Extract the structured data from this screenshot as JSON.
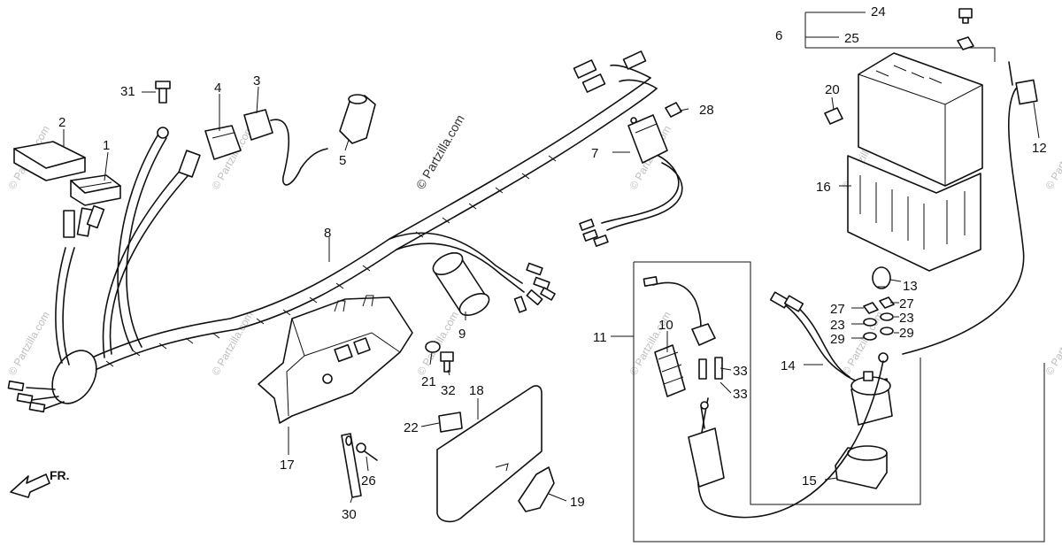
{
  "watermark": "© Partzilla.com",
  "front_marker": "FR.",
  "parts": [
    {
      "id": "p1",
      "num": "1"
    },
    {
      "id": "p2",
      "num": "2"
    },
    {
      "id": "p3",
      "num": "3"
    },
    {
      "id": "p4",
      "num": "4"
    },
    {
      "id": "p5",
      "num": "5"
    },
    {
      "id": "p6",
      "num": "6"
    },
    {
      "id": "p7",
      "num": "7"
    },
    {
      "id": "p8",
      "num": "8"
    },
    {
      "id": "p9",
      "num": "9"
    },
    {
      "id": "p10",
      "num": "10"
    },
    {
      "id": "p11",
      "num": "11"
    },
    {
      "id": "p12",
      "num": "12"
    },
    {
      "id": "p13",
      "num": "13"
    },
    {
      "id": "p14",
      "num": "14"
    },
    {
      "id": "p15",
      "num": "15"
    },
    {
      "id": "p16",
      "num": "16"
    },
    {
      "id": "p17",
      "num": "17"
    },
    {
      "id": "p18",
      "num": "18"
    },
    {
      "id": "p19",
      "num": "19"
    },
    {
      "id": "p20",
      "num": "20"
    },
    {
      "id": "p21",
      "num": "21"
    },
    {
      "id": "p22",
      "num": "22"
    },
    {
      "id": "p23a",
      "num": "23"
    },
    {
      "id": "p23b",
      "num": "23"
    },
    {
      "id": "p24",
      "num": "24"
    },
    {
      "id": "p25",
      "num": "25"
    },
    {
      "id": "p26",
      "num": "26"
    },
    {
      "id": "p27a",
      "num": "27"
    },
    {
      "id": "p27b",
      "num": "27"
    },
    {
      "id": "p28",
      "num": "28"
    },
    {
      "id": "p29a",
      "num": "29"
    },
    {
      "id": "p29b",
      "num": "29"
    },
    {
      "id": "p30",
      "num": "30"
    },
    {
      "id": "p31",
      "num": "31"
    },
    {
      "id": "p32",
      "num": "32"
    },
    {
      "id": "p33a",
      "num": "33"
    },
    {
      "id": "p33b",
      "num": "33"
    }
  ]
}
